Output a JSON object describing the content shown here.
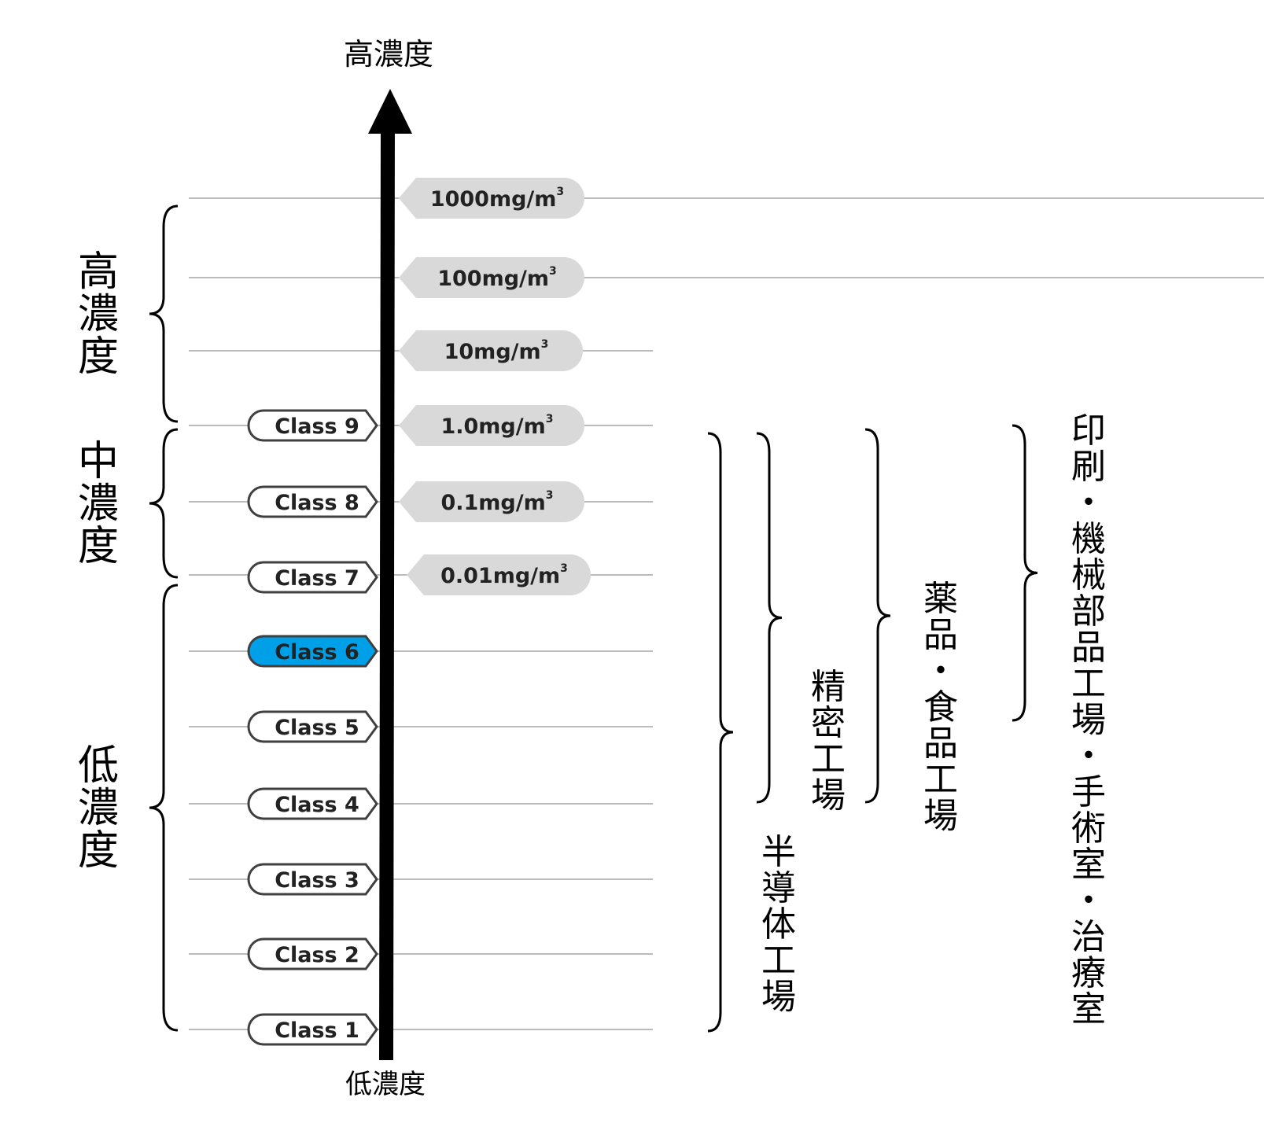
{
  "axis": {
    "top_label": "高濃度",
    "bottom_label": "低濃度"
  },
  "classes": [
    "Class 9",
    "Class 8",
    "Class 7",
    "Class 6",
    "Class 5",
    "Class 4",
    "Class 3",
    "Class 2",
    "Class 1"
  ],
  "highlighted_class": "Class 6",
  "concentrations": [
    {
      "value": "1000mg/m",
      "sup": "3"
    },
    {
      "value": "100mg/m",
      "sup": "3"
    },
    {
      "value": "10mg/m",
      "sup": "3"
    },
    {
      "value": "1.0mg/m",
      "sup": "3"
    },
    {
      "value": "0.1mg/m",
      "sup": "3"
    },
    {
      "value": "0.01mg/m",
      "sup": "3"
    }
  ],
  "bands": [
    {
      "label": "高濃度"
    },
    {
      "label": "中濃度"
    },
    {
      "label": "低濃度"
    }
  ],
  "applications": [
    {
      "label": "半導体工場"
    },
    {
      "label": "精密工場"
    },
    {
      "label": "薬品・食品工場"
    },
    {
      "label": "印刷・機械部品工場・手術室・治療室"
    }
  ],
  "colors": {
    "highlight": "#00a0e9",
    "pill": "#d9d9d9",
    "grid": "#a6a6a6",
    "axis": "#000000",
    "tag_border": "#404040"
  }
}
